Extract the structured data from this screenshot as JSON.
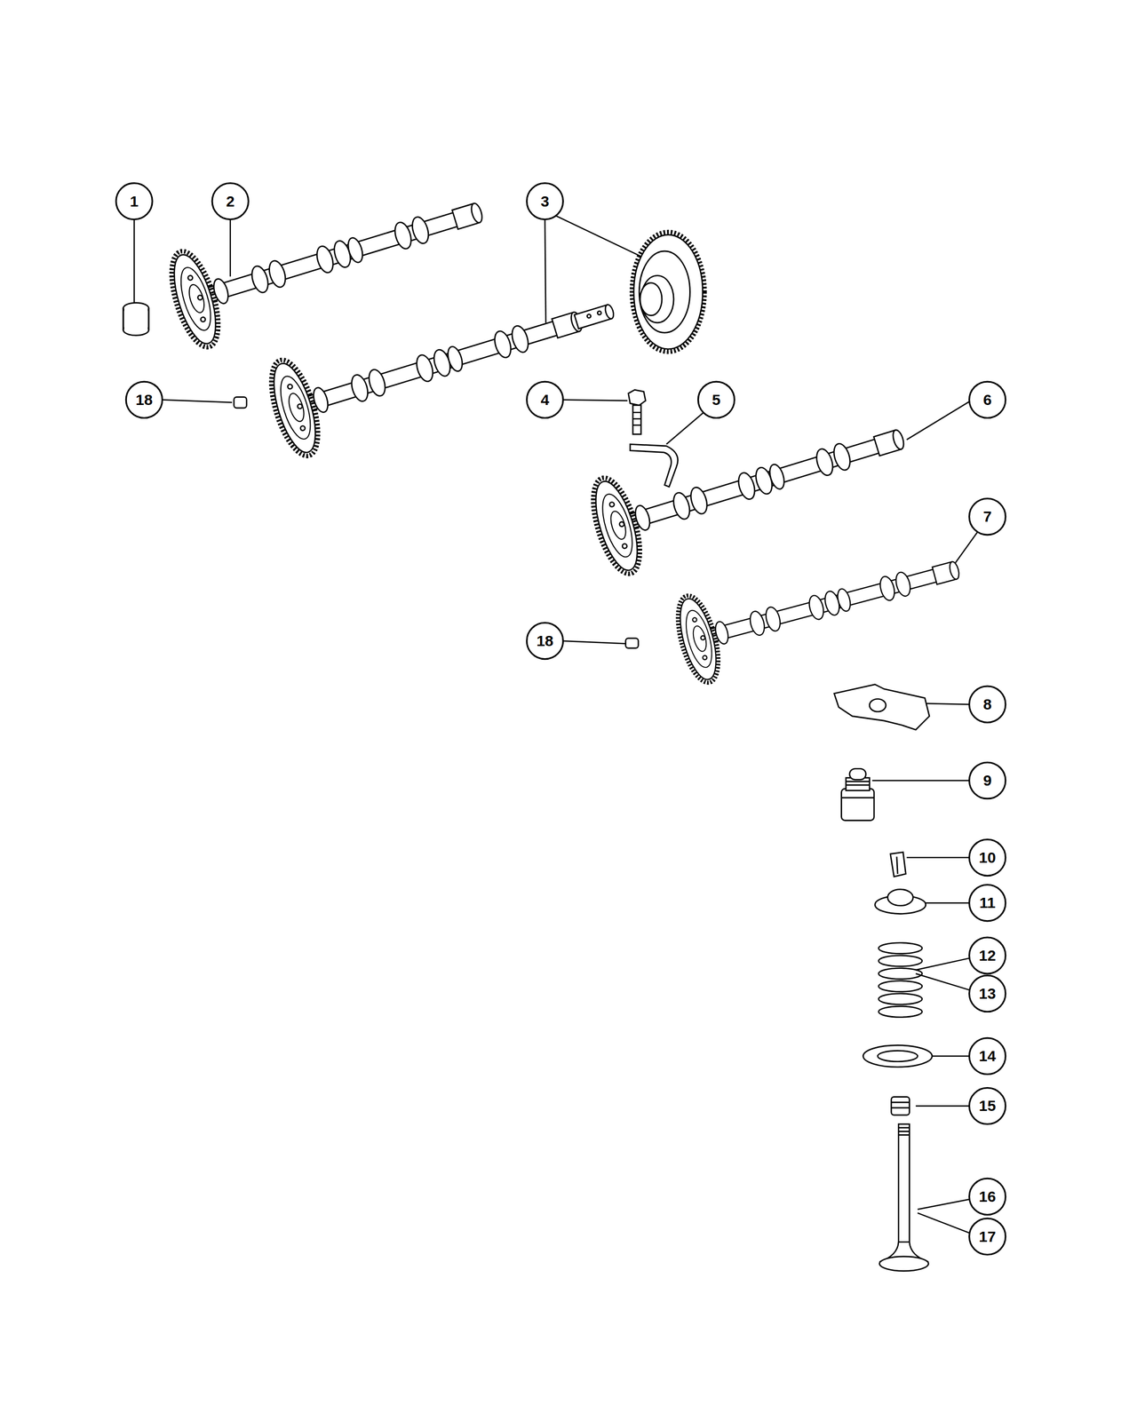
{
  "diagram": {
    "labels": [
      "1",
      "2",
      "3",
      "18",
      "4",
      "5",
      "6",
      "7",
      "18",
      "8",
      "9",
      "10",
      "11",
      "12",
      "13",
      "14",
      "15",
      "16",
      "17"
    ]
  }
}
